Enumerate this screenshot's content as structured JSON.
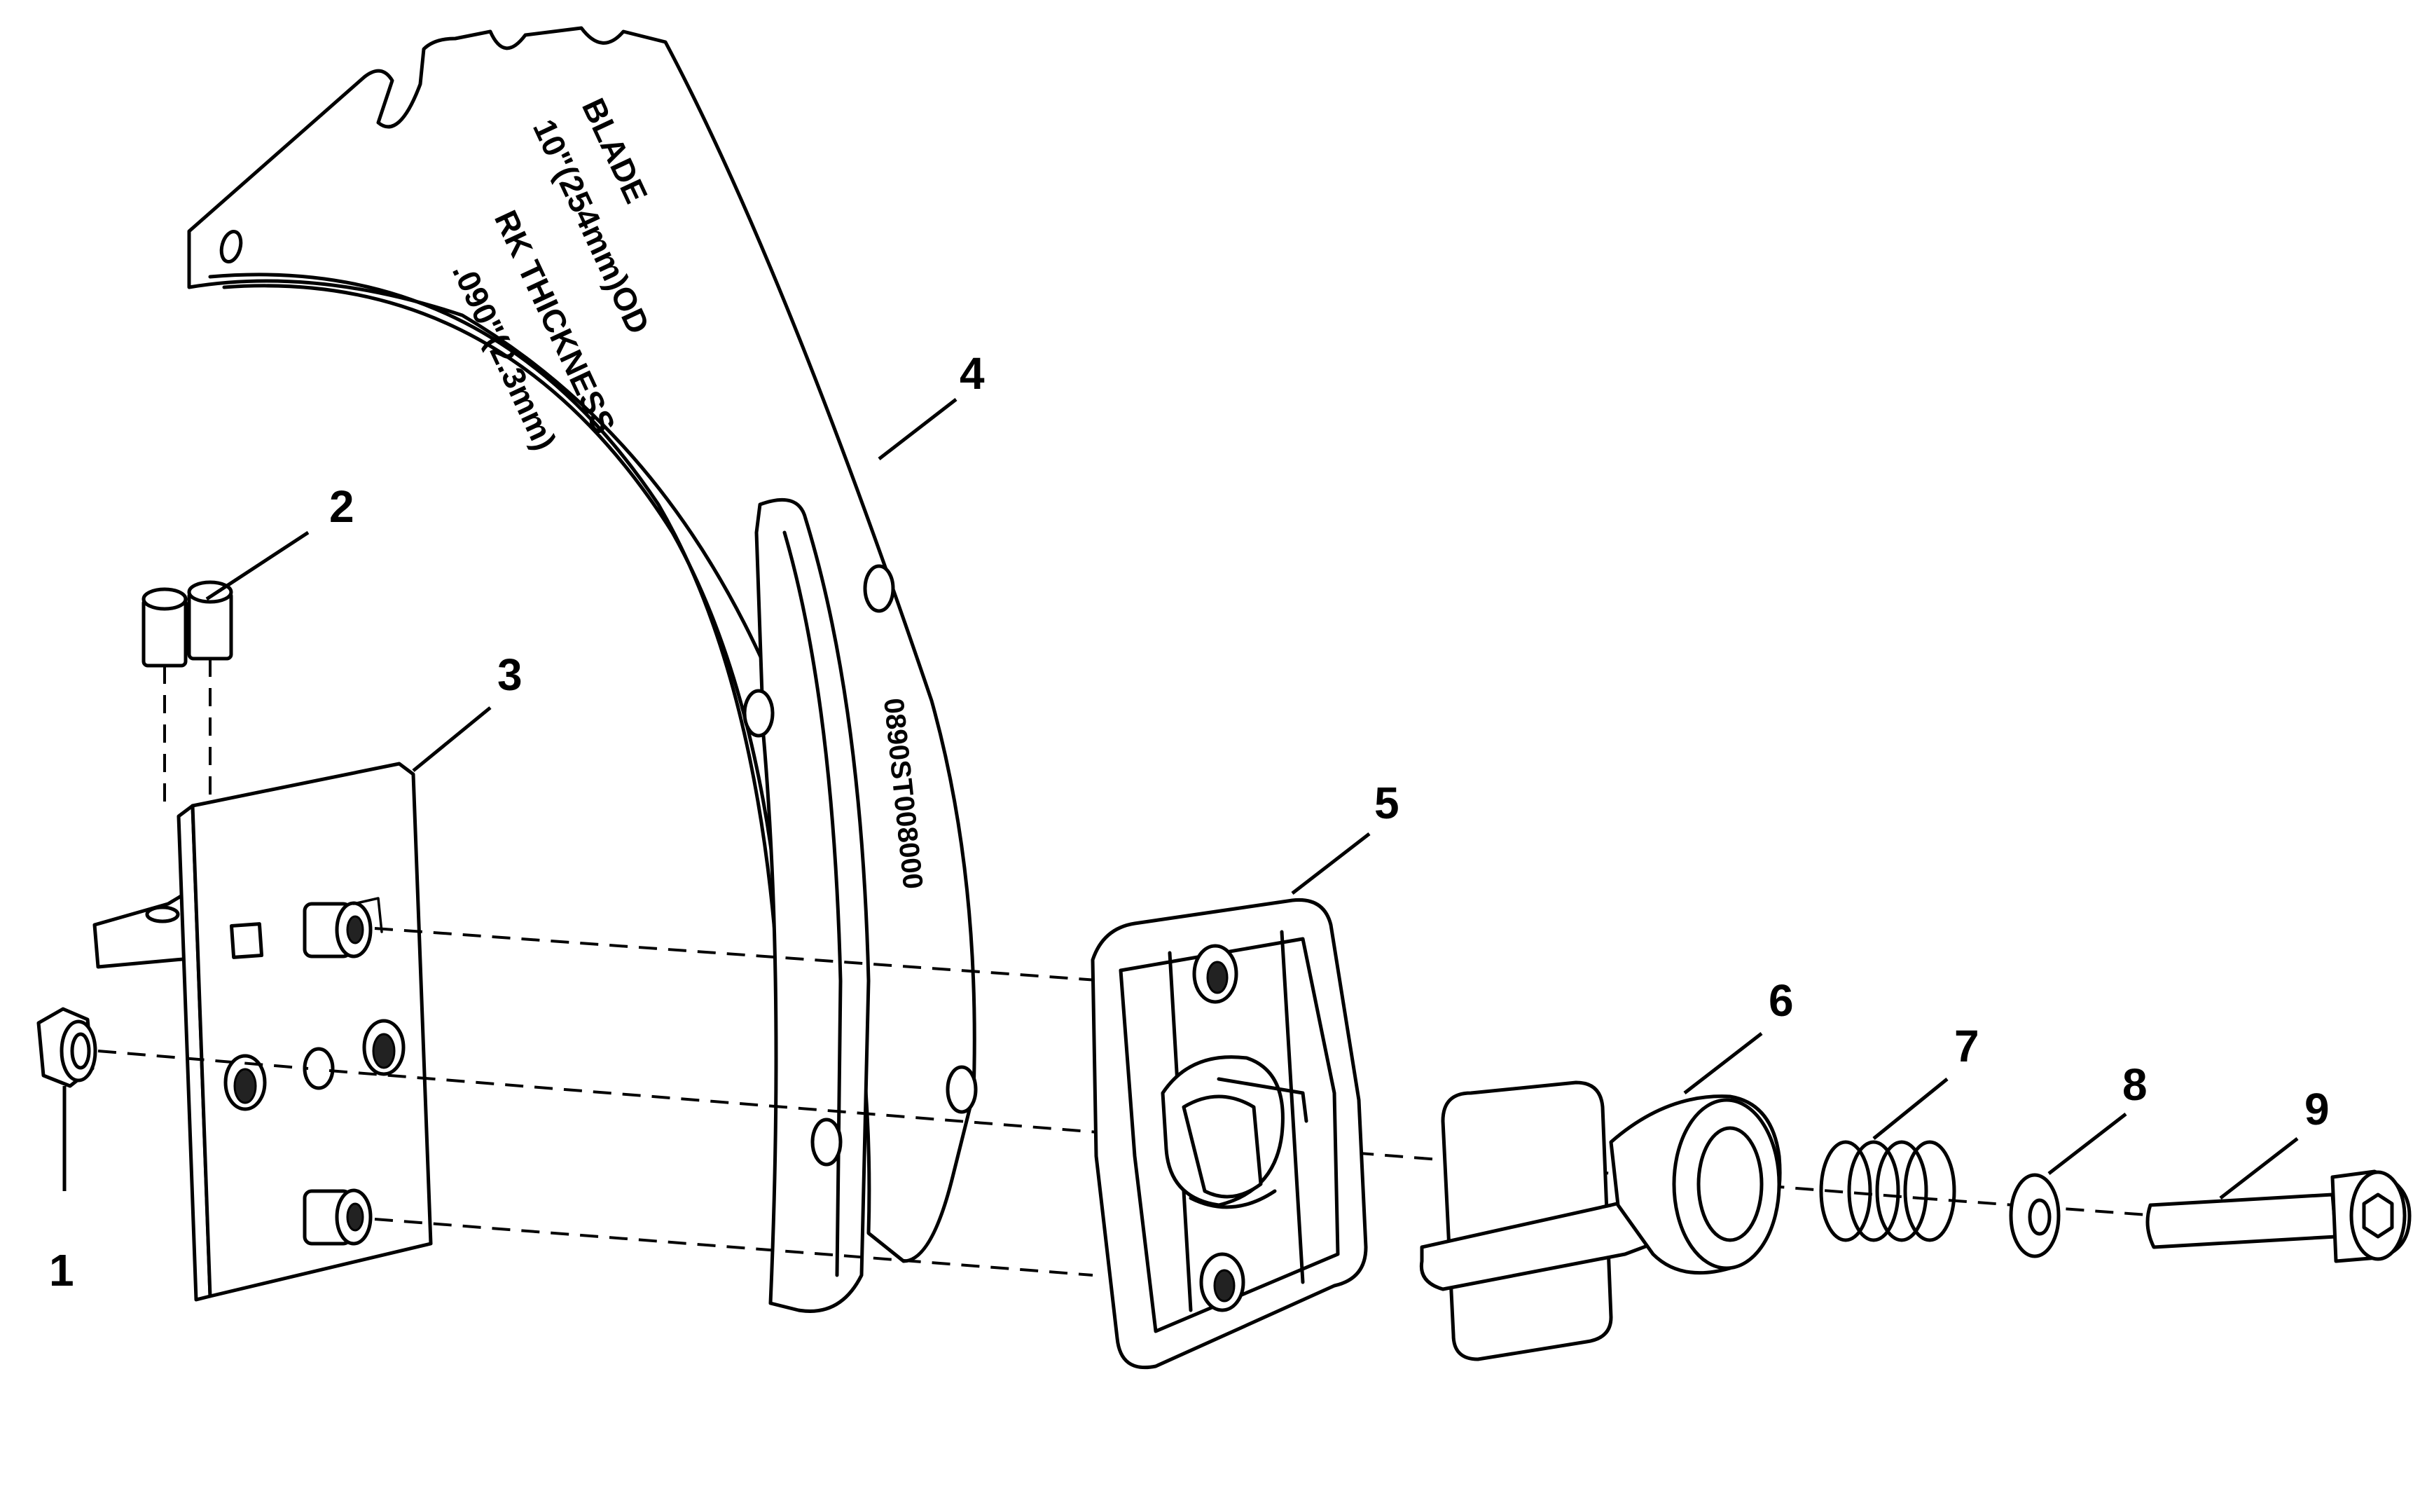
{
  "callouts": [
    {
      "id": "1",
      "label": "1"
    },
    {
      "id": "2",
      "label": "2"
    },
    {
      "id": "3",
      "label": "3"
    },
    {
      "id": "4",
      "label": "4"
    },
    {
      "id": "5",
      "label": "5"
    },
    {
      "id": "6",
      "label": "6"
    },
    {
      "id": "7",
      "label": "7"
    },
    {
      "id": "8",
      "label": "8"
    },
    {
      "id": "9",
      "label": "9"
    }
  ],
  "riving_knife": {
    "line1": "BLADE",
    "line2": "10\"(254mm)OD",
    "line3": "RK THICKNESS",
    "line4": ".090\"(2.3mm)",
    "part_number": "0890ST008000"
  }
}
